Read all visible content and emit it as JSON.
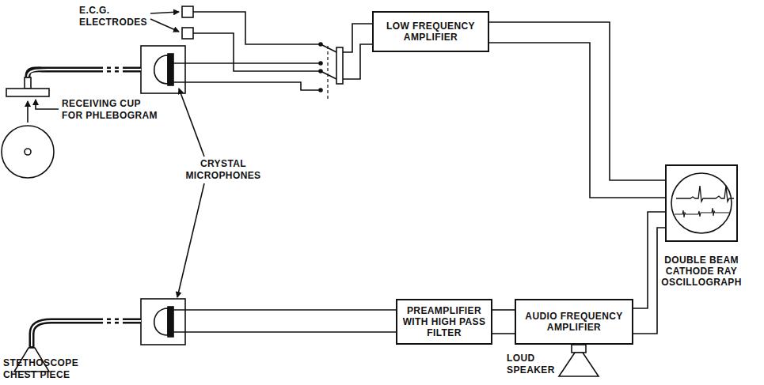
{
  "diagram": {
    "nodes": [
      {
        "text": [
          "LOW FREQUENCY AMPLIFIER"
        ]
      },
      {
        "text": [
          "PREAMPLIFIER WITH HIGH PASS FILTER"
        ]
      },
      {
        "text": [
          "AUDIO FREQUENCY AMPLIFIER"
        ]
      },
      {
        "text": [
          "DOUBLE BEAM CATHODE RAY OSCILLOGRAPH"
        ]
      }
    ],
    "edges": [
      {
        "from": 0,
        "to": 3,
        "arrow": "none"
      },
      {
        "from": 1,
        "to": 2,
        "arrow": "none"
      },
      {
        "from": 2,
        "to": 3,
        "arrow": "none"
      }
    ],
    "labels": [
      "E.C.G. ELECTRODES",
      "RECEIVING CUP FOR PHLEBOGRAM",
      "CRYSTAL MICROPHONES",
      "STETHOSCOPE CHEST PIECE",
      "LOUD SPEAKER"
    ]
  }
}
